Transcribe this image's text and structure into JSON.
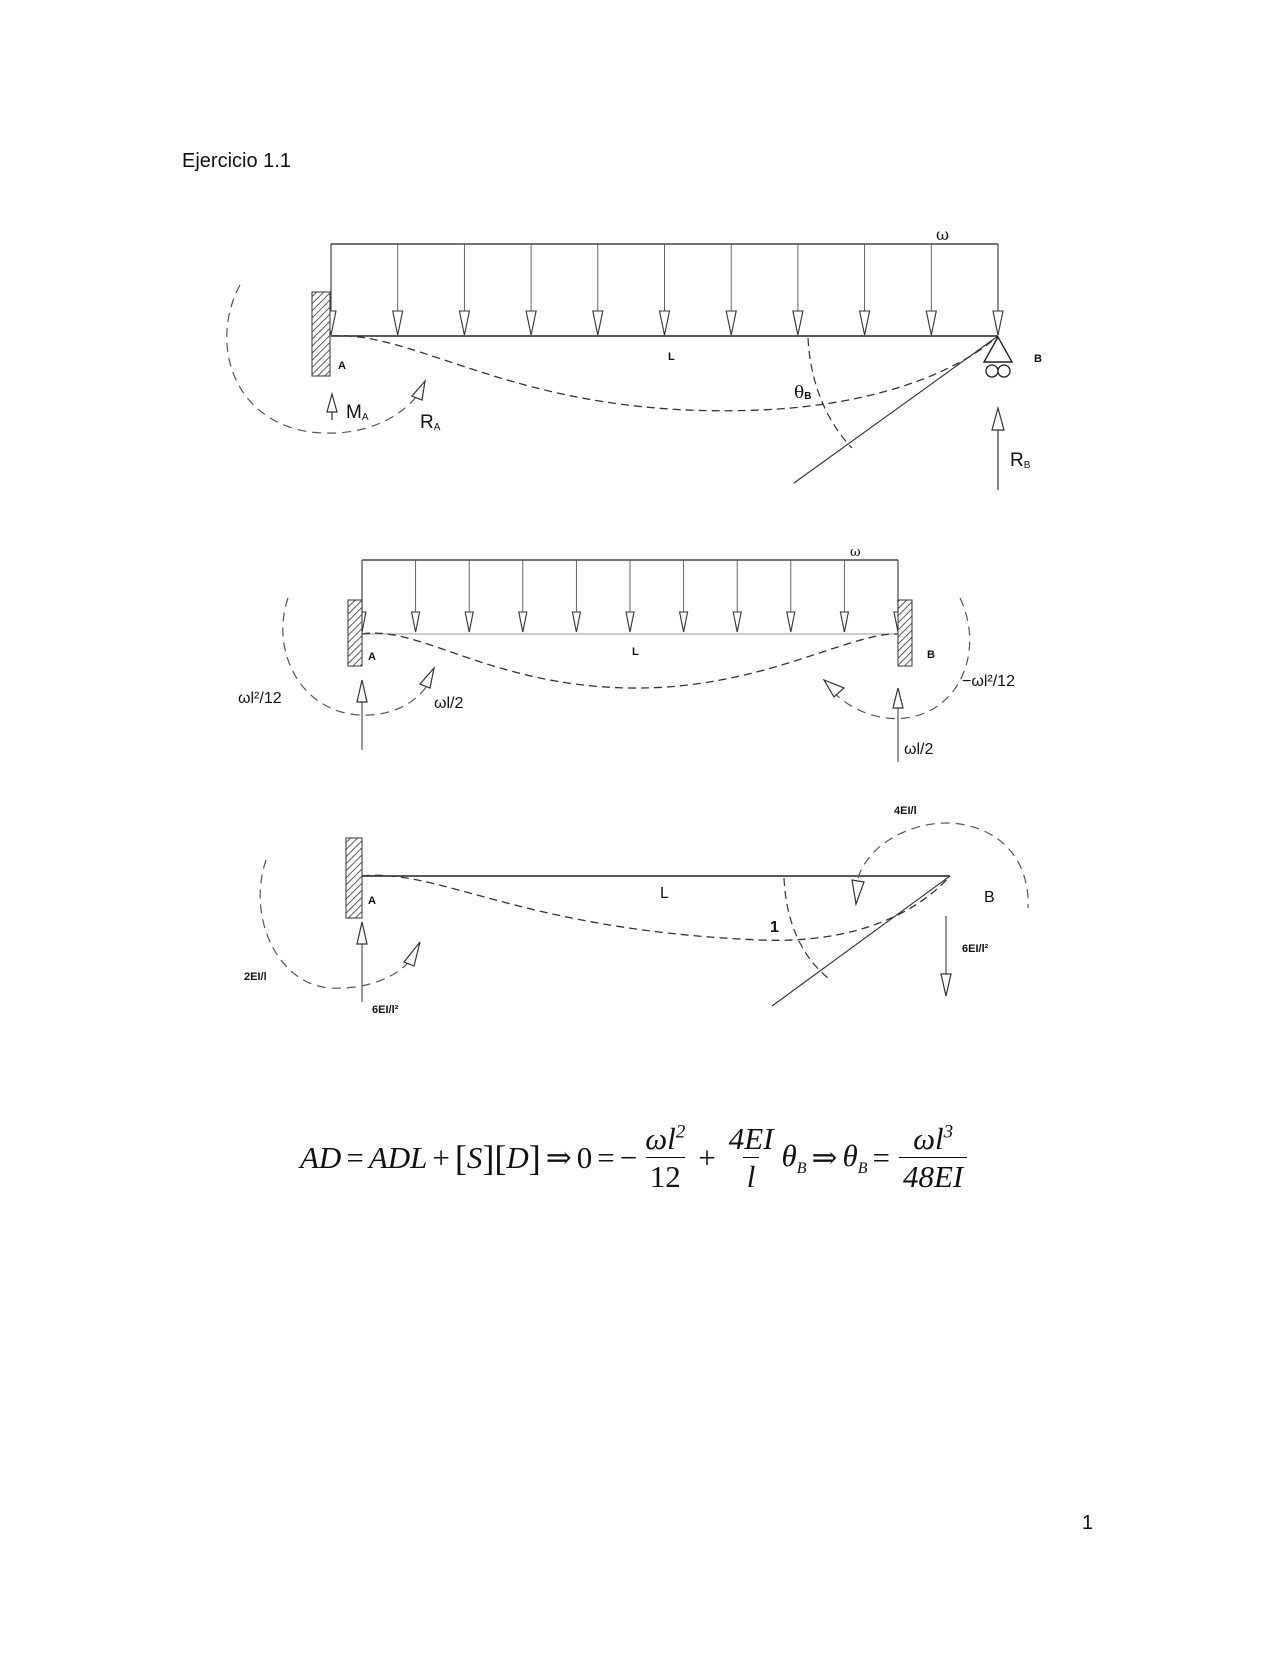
{
  "heading": "Ejercicio 1.1",
  "page_number": "1",
  "figure1": {
    "load": "ω",
    "support_a": "A",
    "span": "L",
    "support_b": "B",
    "moment_a": "M",
    "moment_a_sub": "A",
    "reaction_a": "R",
    "reaction_a_sub": "A",
    "rotation": "θ",
    "rotation_sub": "B",
    "reaction_b": "R",
    "reaction_b_sub": "B"
  },
  "figure2": {
    "load": "ω",
    "support_a": "A",
    "span": "L",
    "support_b": "B",
    "moment_a": "ωl²/12",
    "shear_a": "ωl/2",
    "moment_b": "−ωl²/12",
    "shear_b": "ωl/2"
  },
  "figure3": {
    "support_a": "A",
    "span": "L",
    "support_b": "B",
    "unit_rotation": "1",
    "moment_b": "4EI/l",
    "moment_a": "2EI/l",
    "shear_a": "6EI/l²",
    "shear_b": "6EI/l²"
  },
  "equation": {
    "lhs": "AD",
    "eq1": "=",
    "adl": "ADL",
    "plus1": "+",
    "s": "S",
    "d": "D",
    "arrow1": "⇒",
    "zero": "0",
    "eq2": "=",
    "minus": "−",
    "f1_num": "ωl",
    "f1_num_sup": "2",
    "f1_den": "12",
    "plus2": "+",
    "f2_num": "4EI",
    "f2_den": "l",
    "theta1": "θ",
    "theta1_sub": "B",
    "arrow2": "⇒",
    "theta2": "θ",
    "theta2_sub": "B",
    "eq3": "=",
    "f3_num": "ωl",
    "f3_num_sup": "3",
    "f3_den": "48EI"
  }
}
